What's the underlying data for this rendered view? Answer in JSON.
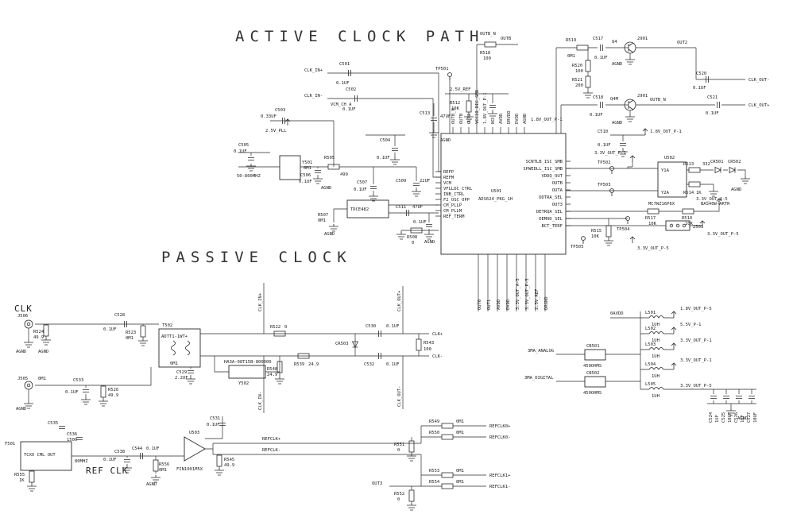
{
  "titles": {
    "active": "ACTIVE CLOCK PATH",
    "passive": "PASSIVE CLOCK",
    "clk": "CLK",
    "ref_clk": "REF CLK"
  },
  "act": {
    "clk_in_p": "CLK_IN+",
    "clk_in_n": "CLK_IN-",
    "c501": "C501",
    "c501_v": "0.1UF",
    "c502": "C502",
    "c502_v": "0.1UF",
    "vcm": "VCM_CH A",
    "v25pll": "2.5V_PLL",
    "c503": "C503",
    "c503_v": "0.33UF",
    "c505": "C505",
    "c505_v": "0.1UF",
    "y501_f": "50-800MHZ",
    "y501": "Y501",
    "y501_v": "0M1",
    "r505": "R505",
    "r505_v": "499",
    "c506": "C506",
    "c506_v": "0.1UF",
    "c504": "C504",
    "c504_v": "0.1UF",
    "c507": "C507",
    "c507_v": "0.1UF",
    "c509": "C509",
    "c509_v": "22UF",
    "u5a": "TDCE482",
    "r507": "R507",
    "r507_v": "0M1",
    "c511": "C511",
    "c511_v": "47UF",
    "c512_v": "0.1UF",
    "c513": "C513",
    "c513_v": "47UF",
    "tp501": "TP501",
    "v25ref": "2.5V_REF",
    "r512": "R512",
    "r512_v": "10K",
    "r508": "R508",
    "r508_v": "0",
    "r518": "R518",
    "r518_v": "100",
    "outb": "OUTB",
    "outb_n": "OUTB_N",
    "agnd": "AGND"
  },
  "chip": {
    "ref": "U501",
    "part": "ADS624_PKG_1H",
    "left_pins": [
      "REFP",
      "REFM",
      "VCM",
      "VFLLDC_CTRL",
      "INB_CTRL",
      "F2_OSC_OPP",
      "CM_PLLP",
      "CM_PLLM",
      "REF_TERM"
    ],
    "right_pins": [
      "SCNTLB_ISC_SMB",
      "SPWEDLL_ISC_SMB",
      "VDDQ_OUT",
      "OUTB",
      "OUTA",
      "DDTRA_SEL",
      "OUT3",
      "DETRQA_SEL",
      "DEMOD_SEL",
      "BCT_TERF"
    ],
    "top_pins": [
      "OUTB_N",
      "OUTB",
      "OUT2",
      "VCC18_DIC_SMB",
      "1.8V_OUT_P-1",
      "NC",
      "AVDD",
      "DRVDD",
      "DVDD",
      "AGND"
    ],
    "bottom_pins": [
      "OUT0",
      "OUT1",
      "AVDD",
      "DVDD",
      "3.3V_OUT_A-5",
      "3.3V_OUT_P-5",
      "2.5V_REF",
      "DRGND"
    ],
    "net_18": "1.8V_OUT_P-1"
  },
  "rt": {
    "r519": "R519",
    "r519_v": "0M1",
    "c517": "C517",
    "c517_v": "0.1UF",
    "q1": "Q4",
    "q1_p": "2901",
    "q2": "Q4M",
    "q2_p": "2901",
    "c518": "C518",
    "c518_v": "0.1UF",
    "r520": "R520",
    "r520_v": "100",
    "r521": "R521",
    "r521_v": "200",
    "out2": "OUT2",
    "outb_n": "OUTB_N",
    "c520": "C520",
    "c520_v": "0.1UF",
    "c521": "C521",
    "c521_v": "0.1UF",
    "clk_out_n": "CLK_OUT-",
    "clk_out_p": "CLK_OUT+",
    "agnd": "AGND"
  },
  "rm": {
    "c510": "C510",
    "c510_v": "0.1UF",
    "v18": "1.8V_OUT_P-1",
    "tp502": "TP502",
    "tp503": "TP503",
    "u502": "U502",
    "u502_p": "MC7WZ16P6X",
    "y1a": "Y1A",
    "y2a": "Y2A",
    "r513": "R513",
    "r513_v": "332",
    "cr501": "CR501",
    "cr502": "CR502",
    "cr_p": "BAS40W-ARTR",
    "r514": "R514",
    "r514_v": "1K",
    "agnd": "AGND",
    "v33": "3.3V_OUT_P-1",
    "r517": "R517",
    "r517_v": "10K",
    "r510": "R510",
    "r510_v": "10K",
    "jp": "2501",
    "tp504": "TP504",
    "r515": "R515",
    "r515_v": "10K",
    "tp505": "TP505",
    "v33p5": "3.3V_OUT_P-5",
    "v33p5a": "3.3V_OUT_P-5",
    "v33a5": "3.3V_OUT_A-5"
  },
  "rb": {
    "avdd": "0AVDD",
    "l": [
      {
        "r": "L501",
        "v": "1UH"
      },
      {
        "r": "L502",
        "v": "1UH"
      },
      {
        "r": "L503",
        "v": "1UH"
      },
      {
        "r": "L504",
        "v": "1UH"
      },
      {
        "r": "L505",
        "v": "1UH"
      }
    ],
    "nets": [
      "1.8V_OUT_P-5",
      "5.5V_P-1",
      "3.3V_OUT_P-1",
      "3.3V_OUT_P-1",
      "3.3V_OUT_P-5"
    ],
    "cb501": "CB501",
    "cb501_v": "450OHMS",
    "cb502": "CB502",
    "cb502_v": "450OHMS",
    "analog": "3MA_ANALOG",
    "digital": "3MA_DIGITAL",
    "caps": [
      "C524",
      "1UF",
      "C525",
      "10UF",
      "C526",
      "1UF",
      "C527",
      "10UF"
    ],
    "agnd": "AGND"
  },
  "pc": {
    "j506": "J506",
    "r524": "R524",
    "r524_v": "49.9",
    "c528": "C528",
    "c528_v": "0.1UF",
    "r523": "R523",
    "r523_v": "0M1",
    "t502": "T502",
    "t502_p": "ADTT1-1WT+",
    "t502_v": "0M1",
    "c529": "C529",
    "c529_v": "2.2UF",
    "osc_p": "HA3A-08T15B-800000",
    "osc_r": "Y502",
    "r548": "R548",
    "r548_v": "24.9",
    "r539": "R539",
    "r539_v": "24.9",
    "r522": "R522",
    "r522_v": "0",
    "clk_in_p": "CLK_IN+",
    "clk_in_n": "CLK_IN-",
    "clk_out_p": "CLK_OUT+",
    "clk_out_n": "CLK_OUT-",
    "cr503": "CR503",
    "r543": "R543",
    "r543_v": "100",
    "c530": "C530",
    "c530_v": "0.1UF",
    "clk_p": "CLK+",
    "c532": "C532",
    "c532_v": "0.1UF",
    "clk_n": "CLK-",
    "j505": "J505",
    "j505_v": "0M1",
    "c533": "C533",
    "c533_v": "0.1UF",
    "r526": "R526",
    "r526_v": "49.9",
    "c535": "C535",
    "c536": "C536",
    "c536_v": "1500",
    "c531": "C531",
    "c531_v": "0.1UF",
    "f501": "F501",
    "f501_p": "TCXO CML OUT",
    "r555": "R555",
    "r555_v": "1K",
    "mhz": "80MHZ",
    "c538": "C538",
    "c538_v": "0.1UF",
    "c544": "C544",
    "c544_v": "0.1UF",
    "r556": "R556",
    "r556_v": "0M1",
    "u503": "U503",
    "u503_p": "FIN1001M5X",
    "r545": "R545",
    "r545_v": "49.9",
    "refclk_p": "REFCLK+",
    "refclk_n": "REFCLK-",
    "agnd": "AGND"
  },
  "rc": {
    "r549": "R549",
    "r550": "R550",
    "r551": "R551",
    "r552": "R552",
    "r553": "R553",
    "r554": "R554",
    "v0m1": "0M1",
    "v0": "0",
    "ref0p": "REFCLK0+",
    "ref0n": "REFCLK0-",
    "ref1p": "REFCLK1+",
    "ref1n": "REFCLK1-",
    "out3": "OUT3"
  }
}
